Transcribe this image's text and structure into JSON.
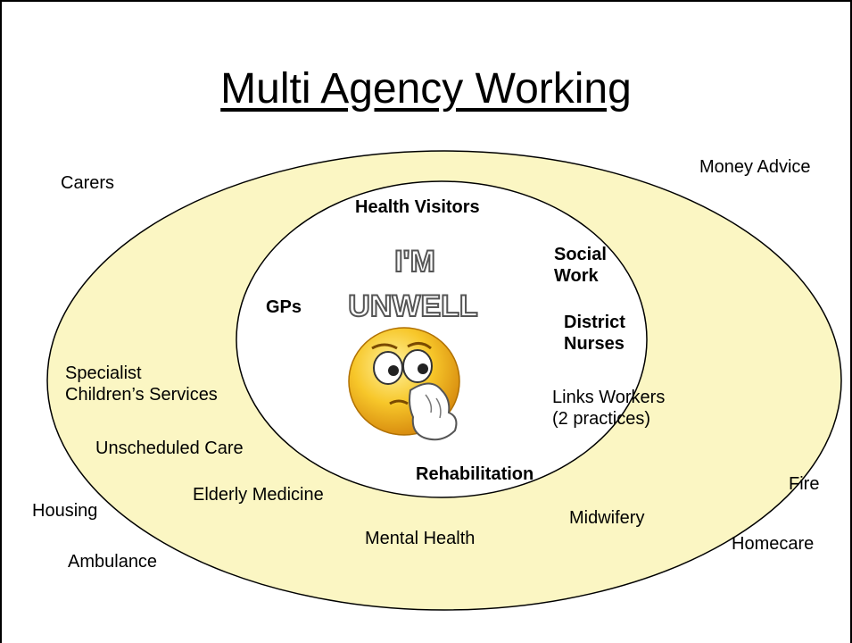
{
  "title": "Multi Agency Working",
  "inner_ring": {
    "health_visitors": "Health Visitors",
    "gps": "GPs",
    "social_work": "Social\nWork",
    "district_nurses": "District\nNurses",
    "links_workers": "Links Workers\n(2 practices)",
    "rehabilitation": "Rehabilitation"
  },
  "outer_ring": {
    "specialist_childrens_services": "Specialist\nChildren’s Services",
    "unscheduled_care": "Unscheduled Care",
    "elderly_medicine": "Elderly Medicine",
    "mental_health": "Mental Health",
    "midwifery": "Midwifery"
  },
  "outside": {
    "carers": "Carers",
    "money_advice": "Money Advice",
    "housing": "Housing",
    "ambulance": "Ambulance",
    "fire": "Fire",
    "homecare": "Homecare"
  },
  "emoticon": {
    "caption_line1": "I'M",
    "caption_line2": "UNWELL"
  },
  "colors": {
    "outer_fill": "#fbf6c3",
    "inner_fill": "#ffffff",
    "face": "#f7c72a",
    "glove": "#ffffff"
  }
}
